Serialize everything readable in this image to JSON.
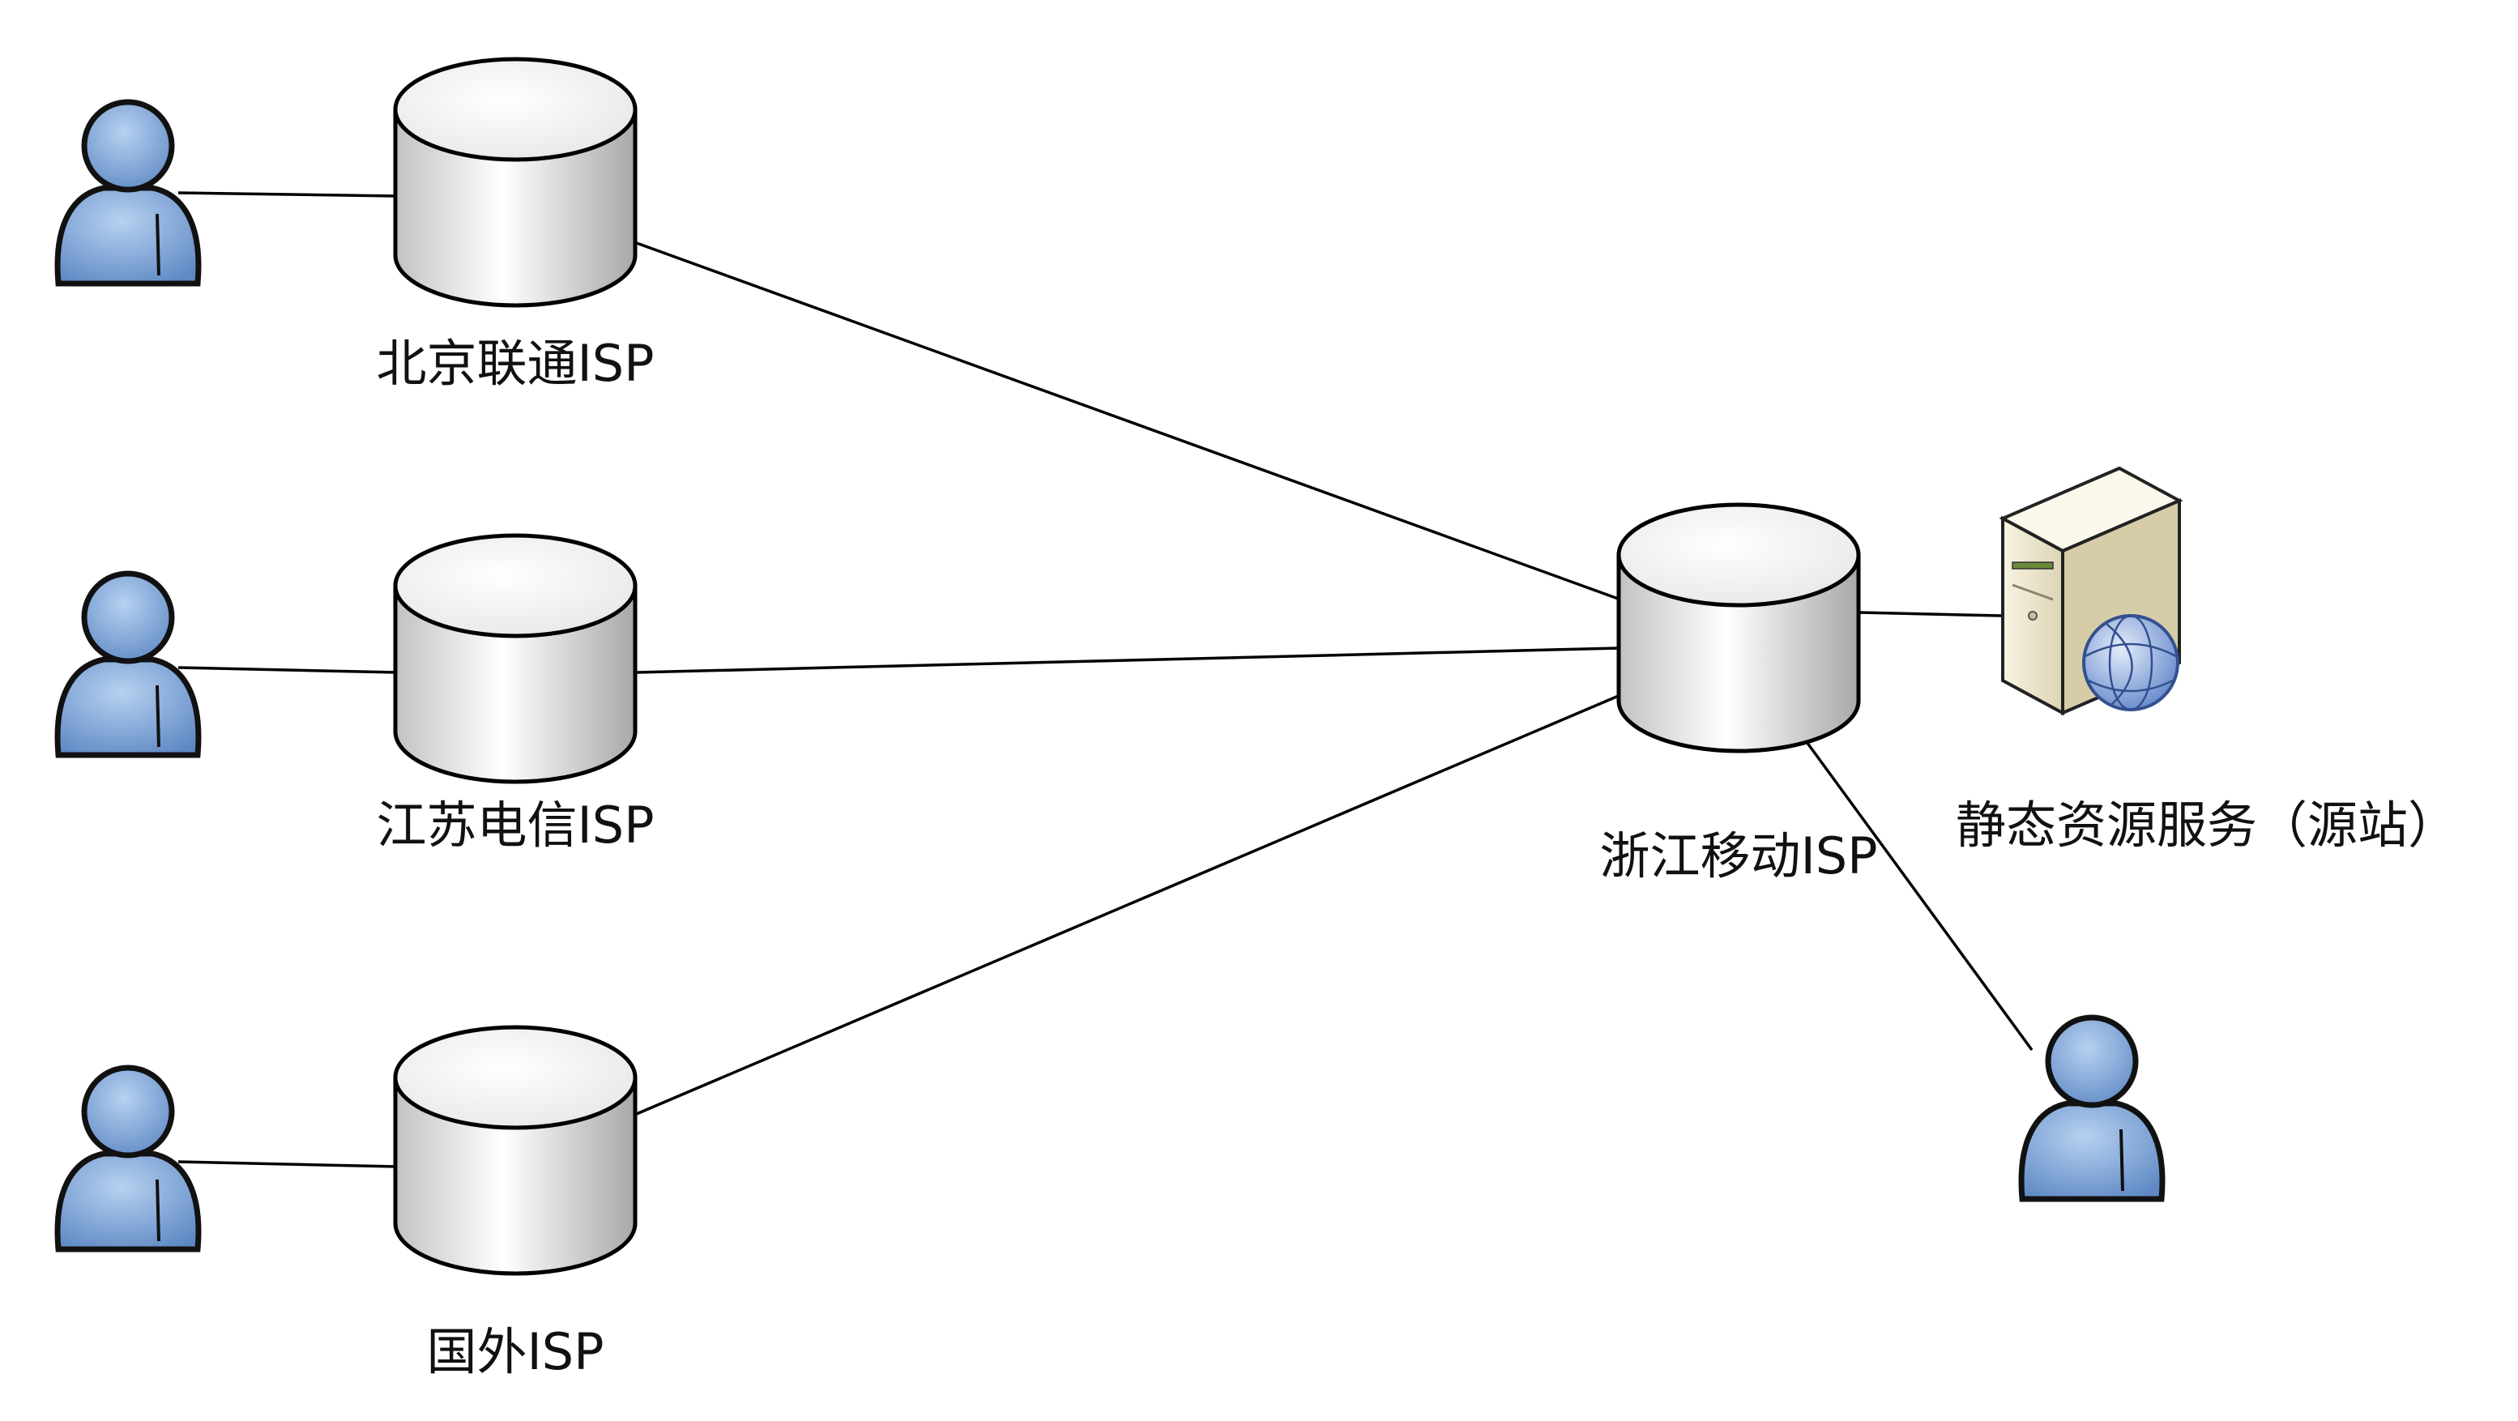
{
  "diagram": {
    "nodes": {
      "isp_beijing": {
        "label": "北京联通ISP",
        "icon": "database-cylinder-icon"
      },
      "isp_jiangsu": {
        "label": "江苏电信ISP",
        "icon": "database-cylinder-icon"
      },
      "isp_foreign": {
        "label": "国外ISP",
        "icon": "database-cylinder-icon"
      },
      "isp_zhejiang": {
        "label": "浙江移动ISP",
        "icon": "database-cylinder-icon"
      },
      "origin_server": {
        "label": "静态资源服务（源站）",
        "icon": "web-server-icon"
      },
      "user_beijing": {
        "icon": "user-icon"
      },
      "user_jiangsu": {
        "icon": "user-icon"
      },
      "user_foreign": {
        "icon": "user-icon"
      },
      "user_zhejiang": {
        "icon": "user-icon"
      }
    },
    "edges": [
      {
        "from": "user_beijing",
        "to": "isp_beijing"
      },
      {
        "from": "user_jiangsu",
        "to": "isp_jiangsu"
      },
      {
        "from": "user_foreign",
        "to": "isp_foreign"
      },
      {
        "from": "isp_beijing",
        "to": "isp_zhejiang"
      },
      {
        "from": "isp_jiangsu",
        "to": "isp_zhejiang"
      },
      {
        "from": "isp_foreign",
        "to": "isp_zhejiang"
      },
      {
        "from": "isp_zhejiang",
        "to": "origin_server"
      },
      {
        "from": "isp_zhejiang",
        "to": "user_zhejiang"
      }
    ],
    "colors": {
      "user_fill": "#7ea6d8",
      "user_stroke": "#1a1a1a",
      "cylinder_light": "#ffffff",
      "cylinder_dark": "#b4b4b4",
      "server_body": "#efe9d2",
      "globe": "#5c82c8",
      "line": "#000000"
    }
  }
}
